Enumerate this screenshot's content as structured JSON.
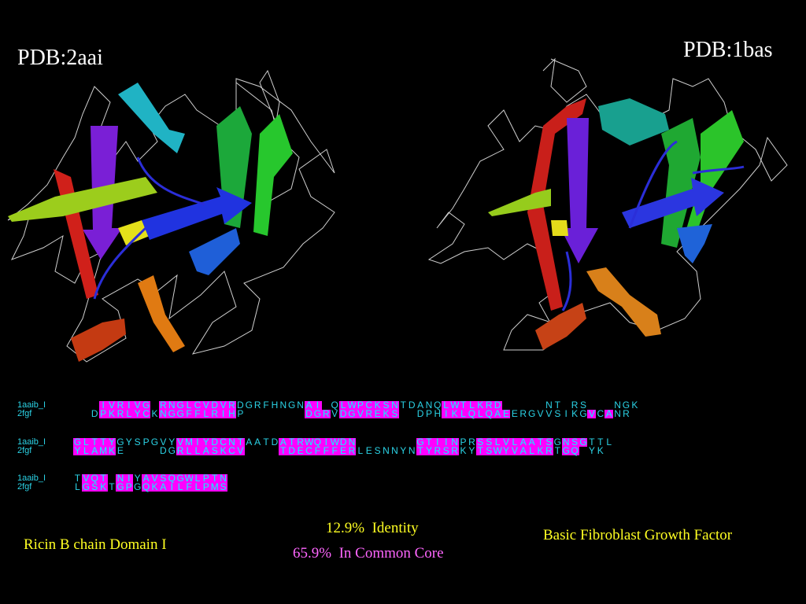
{
  "structures": {
    "left_label": "PDB:2aai",
    "right_label": "PDB:1bas"
  },
  "alignment": {
    "blocks": [
      {
        "row1_label": "1aaib_I",
        "row1_seq": "   IVRIVG RNGLCVDVRDGRFHNGNAI QLWPCKSNTDANQLWTLKRD     NT RS   NGK",
        "row1_hl": "000111111011111111100000000111011111110000011111111000000000101000111",
        "row2_label": "2fgf",
        "row2_seq": "  DPKRLYCKNGGFFLRIHP       DGRVDGVREKS  DPHIKLQLQAEERGVVSIKGVCANR",
        "row2_hl": "000111111011111111100000000111011111110000011111111000000000101000111"
      },
      {
        "row1_label": "1aaib_I",
        "row1_seq": "GLTTYGYSPGVYVMIYDCNTAATDATRWQIWDN       GTIINPRSSLVLAATSGNSGTTL",
        "row1_hl": "11111000000011111111000011111111100000001111100111111111011100000",
        "row2_label": "2fgf",
        "row2_seq": "YLAMKE    DGRLLASKCV    TDECFFFERLESNNYNTYRSRKYTSWYVALKRTGQ YK",
        "row2_hl": "11111000000011111111000011111111100000001111100111111111011100000"
      },
      {
        "row1_label": "1aaib_I",
        "row1_seq": "TVQT NIYAVSQGWLPTN",
        "row1_hl": "011101101111111111",
        "row2_label": "2fgf",
        "row2_seq": "LGSKTGPGQKAILFLPMS",
        "row2_hl": "011101101111111111"
      }
    ]
  },
  "captions": {
    "left_name": "Ricin B chain Domain I",
    "identity": "12.9%  Identity",
    "common_core": "65.9%  In Common Core",
    "right_name": "Basic Fibroblast Growth Factor"
  },
  "colors": {
    "highlight": "#ff00ff",
    "sequence_text": "#2bd3e6",
    "caption_yellow": "#ffff22",
    "caption_magenta": "#ff66ff"
  }
}
